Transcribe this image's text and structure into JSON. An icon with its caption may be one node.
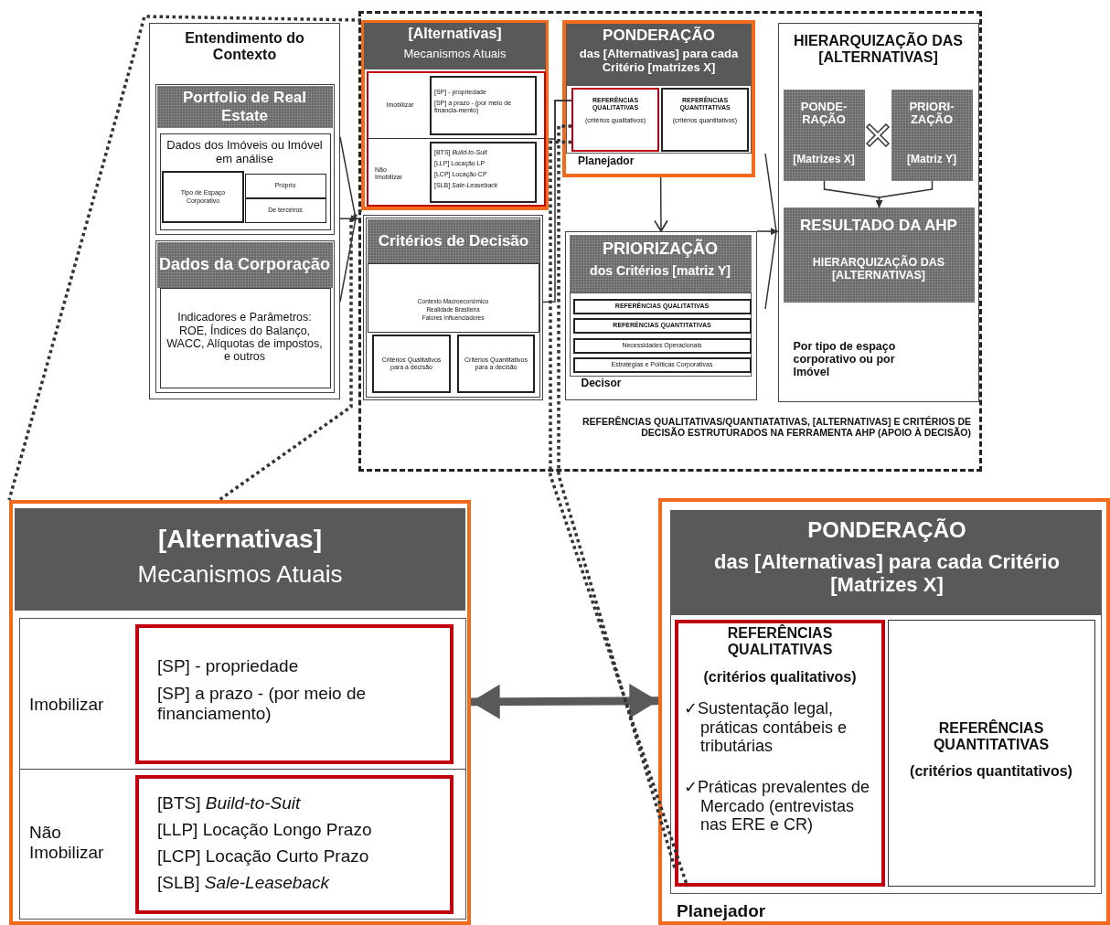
{
  "diagram": {
    "nodes": [
      {
        "text": [
          "Entendimento do Contexto"
        ]
      },
      {
        "text": [
          "Portfolio de Real Estate"
        ],
        "in": 0
      },
      {
        "text": [
          "Dados dos Imóveis ou Imóvel em análise"
        ],
        "in": 1
      },
      {
        "text": [
          "Tipo de Espaço Corporativo"
        ],
        "in": 2
      },
      {
        "text": [
          "Próprio"
        ],
        "in": 2
      },
      {
        "text": [
          "De terceiros"
        ],
        "in": 2
      },
      {
        "text": [
          "Dados da Corporação"
        ],
        "in": 0
      },
      {
        "text": [
          "Indicadores e Parâmetros: ROE, Índices do Balanço, WACC, Alíquotas de impostos, e outros"
        ],
        "in": 6
      },
      {
        "text": [
          "REFERÊNCIAS QUALITATIVAS/QUANTIATATIVAS, [ALTERNATIVAS] E CRITÉRIOS DE DECISÃO ESTRUTURADOS NA FERRAMENTA AHP (APOIO À DECISÃO)"
        ]
      },
      {
        "text": [
          "[Alternativas]",
          "Mecanismos Atuais"
        ],
        "in": 8
      },
      {
        "text": [
          "Imobilizar"
        ],
        "in": 9
      },
      {
        "text": [
          "[SP] - propriedade",
          "[SP] a prazo - (por meio de financia-mento)"
        ],
        "in": 10
      },
      {
        "text": [
          "Não Imobilizar"
        ],
        "in": 9
      },
      {
        "text": [
          "[BTS] *Build-to-Suit*",
          "[LLP] Locação LP",
          "[LCP] Locação CP",
          "[SLB] *Sale-Leaseback*"
        ],
        "in": 12
      },
      {
        "text": [
          "Critérios de Decisão"
        ],
        "in": 8
      },
      {
        "text": [
          "Contexto Macroeconômico",
          "Realidade Brasileira",
          "Fatores Influenciadores"
        ],
        "in": 14
      },
      {
        "text": [
          "Critérios Qualitativos para a decisão"
        ],
        "in": 14
      },
      {
        "text": [
          "Critérios Quantitativos para a decisão"
        ],
        "in": 14
      },
      {
        "text": [
          "PONDERAÇÃO",
          "das [Alternativas] para cada Critério [matrizes X]",
          "Planejador"
        ],
        "in": 8
      },
      {
        "text": [
          "REFERÊNCIAS QUALITATIVAS",
          "(critérios qualitativos)"
        ],
        "in": 18
      },
      {
        "text": [
          "REFERÊNCIAS QUANTITATIVAS",
          "(critérios quantitativos)"
        ],
        "in": 18
      },
      {
        "text": [
          "PRIORIZAÇÃO",
          "dos Critérios [matriz Y]",
          "Decisor"
        ],
        "in": 8
      },
      {
        "text": [
          "REFERÊNCIAS QUALITATIVAS"
        ],
        "in": 21
      },
      {
        "text": [
          "REFERÊNCIAS QUANTITATIVAS"
        ],
        "in": 21
      },
      {
        "text": [
          "Necessidades Operacionais"
        ],
        "in": 21
      },
      {
        "text": [
          "Estratégias e Políticas Corporativas"
        ],
        "in": 21
      },
      {
        "text": [
          "HIERARQUIZAÇÃO DAS [ALTERNATIVAS]",
          "Por tipo de espaço corporativo ou por Imóvel"
        ],
        "in": 8
      },
      {
        "text": [
          "PONDE-RAÇÃO",
          "[Matrizes X]"
        ],
        "in": 26
      },
      {
        "text": [
          "PRIORI-ZAÇÃO",
          "[Matriz Y]"
        ],
        "in": 26
      },
      {
        "text": [
          "RESULTADO DA AHP",
          "HIERARQUIZAÇÃO DAS [ALTERNATIVAS]"
        ],
        "in": 26
      },
      {
        "text": [
          "[Alternativas]",
          "Mecanismos Atuais"
        ]
      },
      {
        "text": [
          "Imobilizar"
        ],
        "in": 30
      },
      {
        "text": [
          "[SP] - propriedade",
          "[SP] a prazo - (por meio de financiamento)"
        ],
        "in": 31
      },
      {
        "text": [
          "Não Imobilizar"
        ],
        "in": 30
      },
      {
        "text": [
          "[BTS] *Build-to-Suit*",
          "[LLP] Locação Longo Prazo",
          "[LCP] Locação Curto Prazo",
          "[SLB] *Sale-Leaseback*"
        ],
        "in": 33
      },
      {
        "text": [
          "PONDERAÇÃO",
          "das [Alternativas] para cada Critério [Matrizes X]",
          "Planejador"
        ]
      },
      {
        "text": [
          "REFERÊNCIAS QUALITATIVAS",
          "(critérios qualitativos)",
          "✓Sustentação legal, práticas contábeis e tributárias",
          "✓Práticas prevalentes de Mercado (entrevistas nas ERE e CR)"
        ],
        "in": 35
      },
      {
        "text": [
          "REFERÊNCIAS QUANTITATIVAS",
          "(critérios quantitativos)"
        ],
        "in": 35
      }
    ],
    "edges": [
      {
        "from": 0,
        "to": 8,
        "arrow": "to"
      },
      {
        "from": 9,
        "to": 19,
        "arrow": "none"
      },
      {
        "from": 14,
        "to": 19,
        "arrow": "none"
      },
      {
        "from": 18,
        "to": 21,
        "arrow": "to"
      },
      {
        "from": 21,
        "to": 26,
        "arrow": "to"
      },
      {
        "from": 27,
        "to": 29,
        "arrow": "to"
      },
      {
        "from": 28,
        "to": 29,
        "arrow": "to"
      },
      {
        "from": 30,
        "to": 35,
        "arrow": "both",
        "style": "thick",
        "color": "#595959"
      },
      {
        "from": 9,
        "to": 30,
        "arrow": "none",
        "style": "dashed"
      },
      {
        "from": 9,
        "to": 30,
        "arrow": "none",
        "style": "dashed"
      },
      {
        "from": 19,
        "to": 36,
        "arrow": "none",
        "style": "dashed"
      },
      {
        "from": 19,
        "to": 36,
        "arrow": "none",
        "style": "dashed"
      }
    ]
  }
}
